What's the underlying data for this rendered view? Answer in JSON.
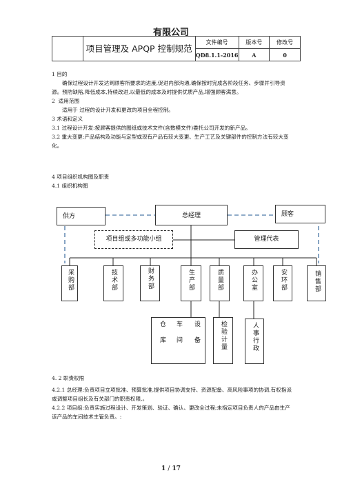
{
  "header": {
    "company": "有限公司",
    "doc_title": "项目管理及 APQP 控制规范",
    "col_doc_no": "文件编号",
    "col_version": "版本号",
    "col_revision": "修改号",
    "doc_no": "QD8.1.1-2016",
    "version": "A",
    "revision": "0"
  },
  "sections": {
    "s1_title": "1 目的",
    "s1_body": "确保过程设计开发达到顾客所要求的进度,促进内部沟通,确保按时完成各阶段任务、步骤并引导资源。预防缺陷,降低成本,持续改进,以最低的成本及时提供优质产品,增强顾客满意。",
    "s2_title": "2  适用范围",
    "s2_body": "适用于 过程的设计开发和更改的项目全程控制。",
    "s3_title": "3 术语和定义",
    "s3_1": "3.1 过程设计开发:按顾客提供的图纸或技术文件(含数模文件)委托公司开发的新产品。",
    "s3_2": "3.2 重大变更:产品结构及功能与定型或现有产品有较大变更、生产工艺及关键部件的控制方法有较大变化。",
    "s4_title": "4 项目组织机构图及职责",
    "s4_1": "4.1 组织机构图",
    "s4_2_title": "4. 2 职责权限",
    "s4_2_1": "4.2.1 总经理:负责项目立项批准、预算批准,提供项目协调支持、资源配备、高风险事项的协调,有权指派或调整项目组长及有关部门的职责权限,。",
    "s4_2_2": "4.2.2 项目组:负责实施过程设计、开发策划、验证、确认、更改全过程;未指定项目负责人的产品由生产该产品的车间技术主管负责。:"
  },
  "org": {
    "supplier": "供方",
    "gm": "总经理",
    "customer": "顾客",
    "project_team": "项目组或多功能小组",
    "mgmt_rep": "管理代表",
    "dept_purchasing": "采购部",
    "dept_tech": "技术部",
    "dept_finance": "财务部",
    "dept_production": "生产部",
    "dept_quality": "质量部",
    "dept_office": "办公室",
    "dept_safety": "安环部",
    "dept_sales": "销售部",
    "sub_warehouse": "仓库",
    "sub_workshop": "车间",
    "sub_equipment": "设备",
    "sub_inspection": "检验计量",
    "sub_hr": "人事行政"
  },
  "footer": {
    "page": "1",
    "sep": "/",
    "total": "17"
  }
}
